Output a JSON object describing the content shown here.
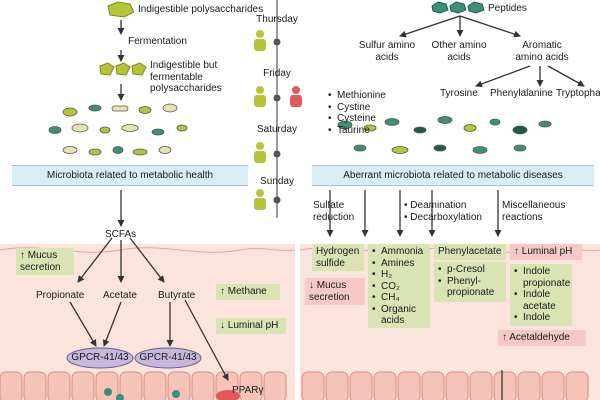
{
  "left": {
    "polysaccharides": "Indigestible polysaccharides",
    "fermentation": "Fermentation",
    "fermentable": "Indigestible but fermentable polysaccharides",
    "banner": "Microbiota related to metabolic health",
    "scfas": "SCFAs",
    "mucus": "↑ Mucus secretion",
    "propionate": "Propionate",
    "acetate": "Acetate",
    "butyrate": "Butyrate",
    "methane": "↑ Methane",
    "luminal_ph": "↓ Luminal pH",
    "gpcr_left": "GPCR-41/43",
    "gpcr_right": "GPCR-41/43",
    "ppar": "PPARγ"
  },
  "middle": {
    "days": [
      "Thursday",
      "Friday",
      "Saturday",
      "Sunday"
    ]
  },
  "right": {
    "peptides": "Peptides",
    "sulfur": "Sulfur amino acids",
    "other": "Other amino acids",
    "aromatic": "Aromatic amino acids",
    "sulfur_items": [
      "Methionine",
      "Cystine",
      "Cysteine",
      "Taurine"
    ],
    "tyrosine": "Tyrosine",
    "phenylalanine": "Phenylalanine",
    "tryptophan": "Tryptophan",
    "banner": "Aberrant microbiota related to metabolic diseases",
    "sulfate": "Sulfate reduction",
    "deamination": "• Deamination",
    "decarboxylation": "• Decarboxylation",
    "misc": "Miscellaneous reactions",
    "hydrogen_sulfide": "Hydrogen sulfide",
    "mucus_down": "↓ Mucus secretion",
    "products": [
      "Ammonia",
      "Amines",
      "H₂",
      "CO₂",
      "CH₄",
      "Organic acids"
    ],
    "phenylacetate": "Phenylacetate",
    "cresol_items": [
      "p-Cresol",
      "Phenyl-propionate"
    ],
    "luminal_ph_up": "↑ Luminal pH",
    "indole_items": [
      "Indole propionate",
      "Indole acetate",
      "Indole"
    ],
    "acetaldehyde": "↑ Acetaldehyde"
  },
  "colors": {
    "green_box": "#d9e3b3",
    "pink_box": "#f6c9c6",
    "banner": "#d9eef3",
    "tissue": "#fbe4dc",
    "accent": "#b7c33a"
  }
}
